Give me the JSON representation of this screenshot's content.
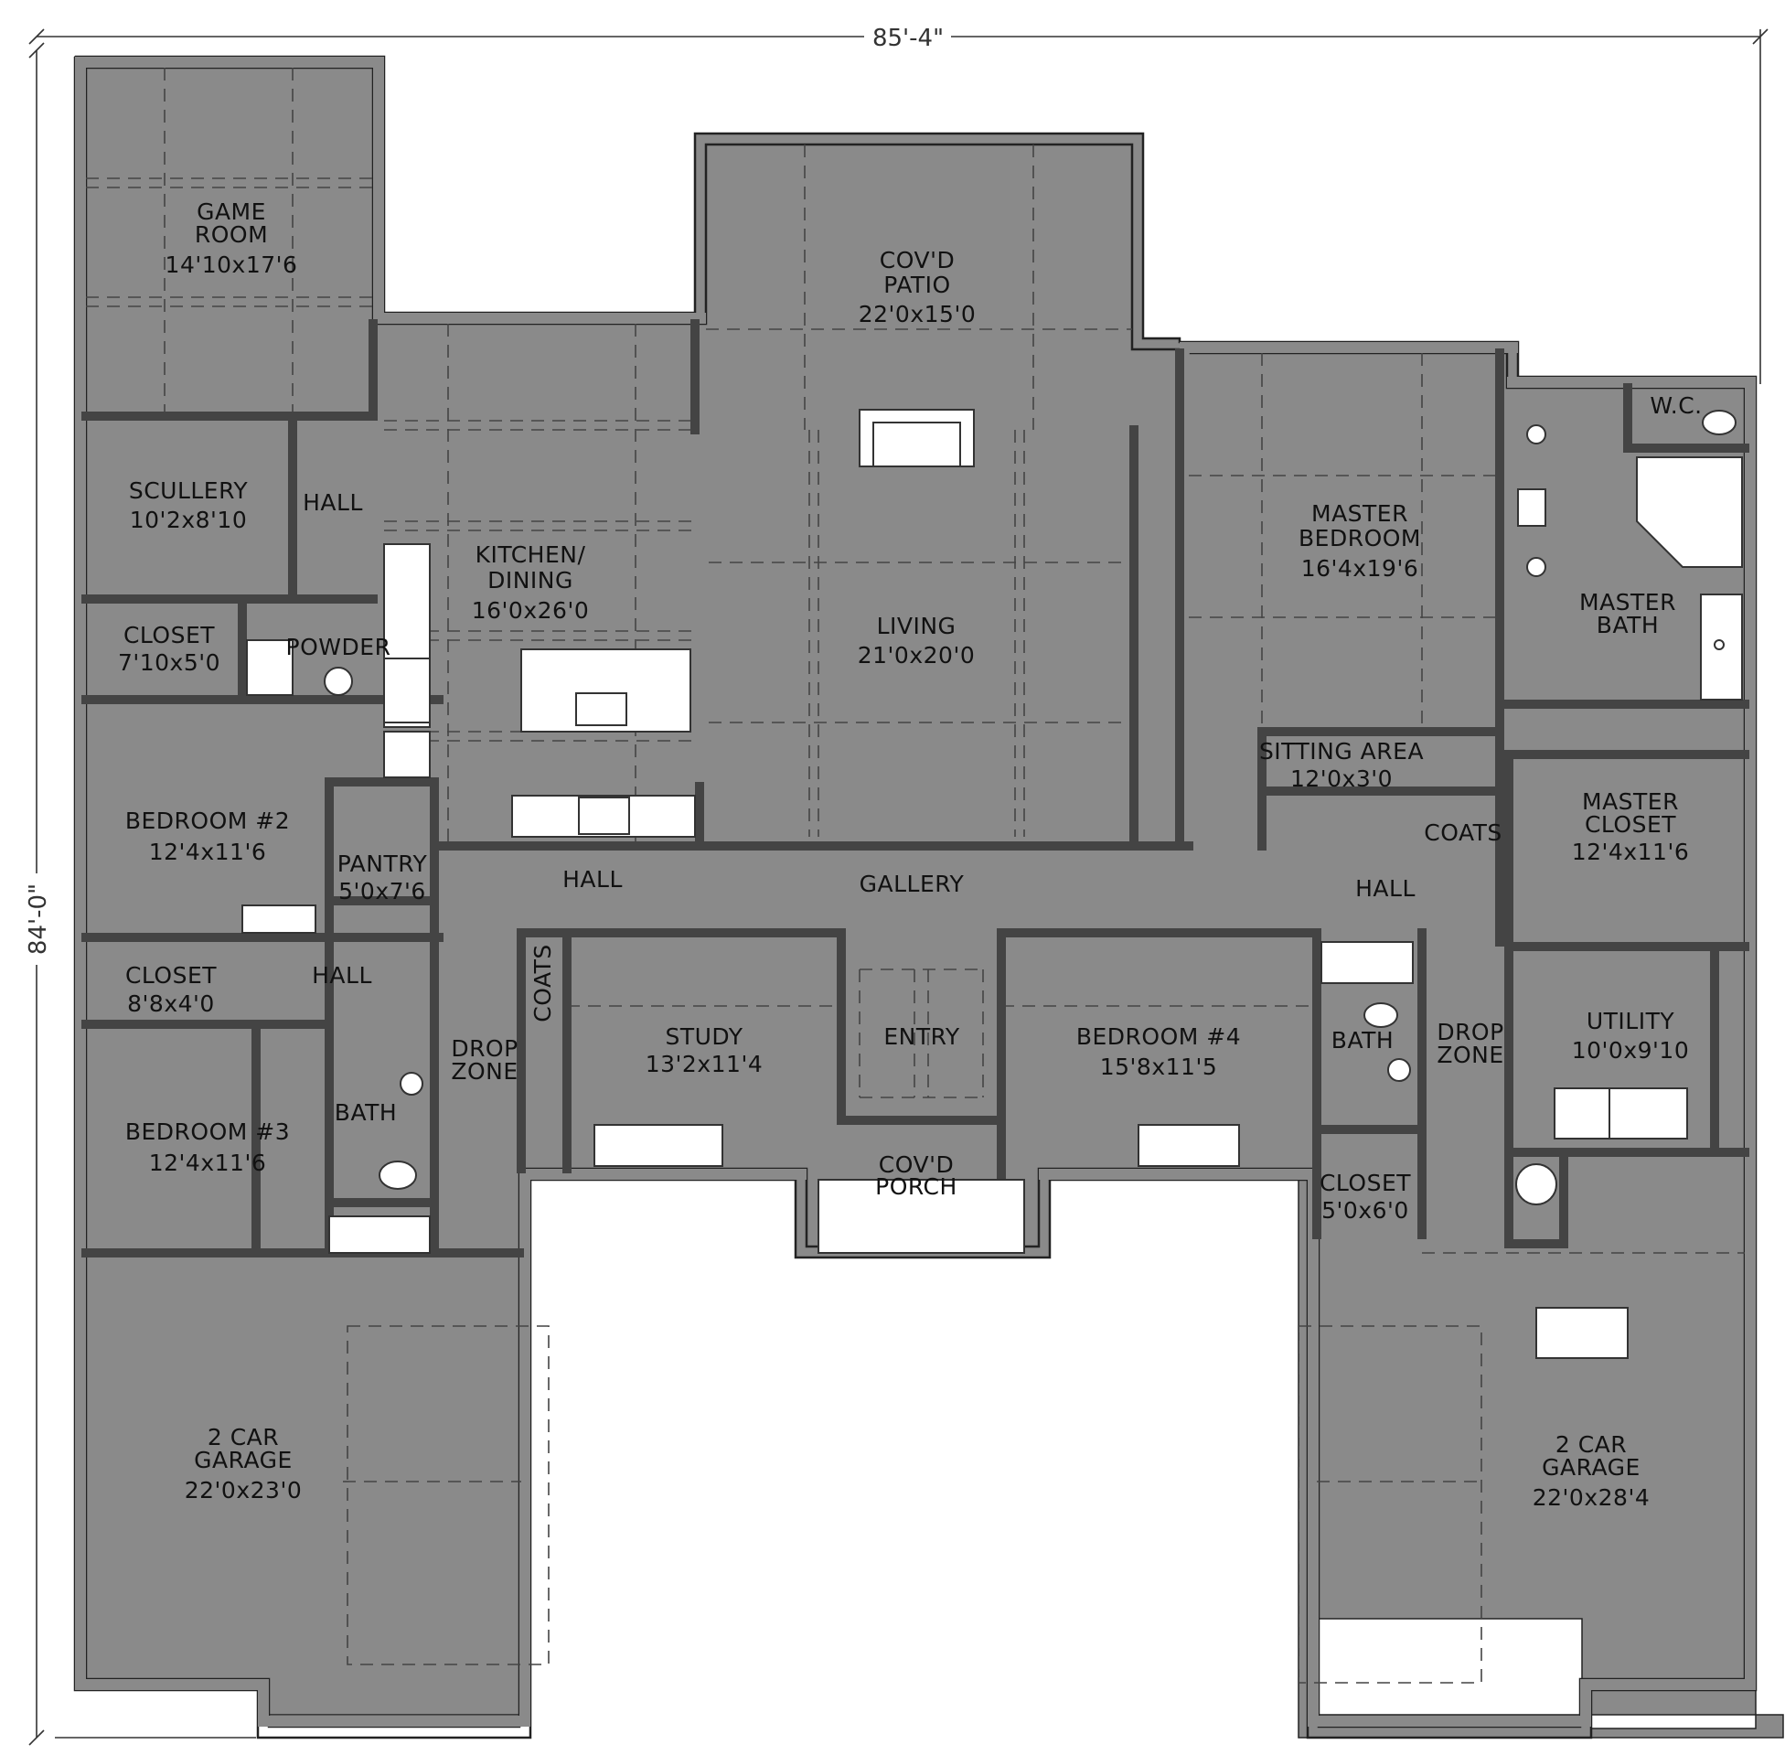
{
  "dimensions": {
    "width": "85'-4\"",
    "depth": "84'-0\""
  },
  "rooms": [
    {
      "id": "game-room",
      "lines": [
        "GAME",
        "ROOM",
        "14'10x17'6"
      ]
    },
    {
      "id": "cov-patio",
      "lines": [
        "COV'D",
        "PATIO",
        "22'0x15'0"
      ]
    },
    {
      "id": "sculllery",
      "lines": [
        "SCULLERY",
        "10'2x8'10"
      ]
    },
    {
      "id": "hall-1",
      "lines": [
        "HALL"
      ]
    },
    {
      "id": "kitchen-dining",
      "lines": [
        "KITCHEN/",
        "DINING",
        "16'0x26'0"
      ]
    },
    {
      "id": "living",
      "lines": [
        "LIVING",
        "21'0x20'0"
      ]
    },
    {
      "id": "master-bedroom",
      "lines": [
        "MASTER",
        "BEDROOM",
        "16'4x19'6"
      ]
    },
    {
      "id": "wc",
      "lines": [
        "W.C."
      ]
    },
    {
      "id": "master-bath",
      "lines": [
        "MASTER",
        "BATH"
      ]
    },
    {
      "id": "closet-1",
      "lines": [
        "CLOSET",
        "7'10x5'0"
      ]
    },
    {
      "id": "powder",
      "lines": [
        "POWDER"
      ]
    },
    {
      "id": "bedroom-2",
      "lines": [
        "BEDROOM #2",
        "12'4x11'6"
      ]
    },
    {
      "id": "pantry",
      "lines": [
        "PANTRY",
        "5'0x7'6"
      ]
    },
    {
      "id": "hall-2",
      "lines": [
        "HALL"
      ]
    },
    {
      "id": "gallery",
      "lines": [
        "GALLERY"
      ]
    },
    {
      "id": "sitting-area",
      "lines": [
        "SITTING AREA",
        "12'0x3'0"
      ]
    },
    {
      "id": "coats-1",
      "lines": [
        "COATS"
      ]
    },
    {
      "id": "hall-3",
      "lines": [
        "HALL"
      ]
    },
    {
      "id": "master-closet",
      "lines": [
        "MASTER",
        "CLOSET",
        "12'4x11'6"
      ]
    },
    {
      "id": "closet-2",
      "lines": [
        "CLOSET",
        "8'8x4'0"
      ]
    },
    {
      "id": "hall-4",
      "lines": [
        "HALL"
      ]
    },
    {
      "id": "coats-2",
      "lines": [
        "COATS"
      ]
    },
    {
      "id": "drop-zone-1",
      "lines": [
        "DROP",
        "ZONE"
      ]
    },
    {
      "id": "study",
      "lines": [
        "STUDY",
        "13'2x11'4"
      ]
    },
    {
      "id": "entry",
      "lines": [
        "ENTRY"
      ]
    },
    {
      "id": "bedroom-4",
      "lines": [
        "BEDROOM #4",
        "15'8x11'5"
      ]
    },
    {
      "id": "bath-2",
      "lines": [
        "BATH"
      ]
    },
    {
      "id": "drop-zone-2",
      "lines": [
        "DROP",
        "ZONE"
      ]
    },
    {
      "id": "utility",
      "lines": [
        "UTILITY",
        "10'0x9'10"
      ]
    },
    {
      "id": "bedroom-3",
      "lines": [
        "BEDROOM #3",
        "12'4x11'6"
      ]
    },
    {
      "id": "bath-1",
      "lines": [
        "BATH"
      ]
    },
    {
      "id": "cov-porch",
      "lines": [
        "COV'D",
        "PORCH"
      ]
    },
    {
      "id": "closet-3",
      "lines": [
        "CLOSET",
        "5'0x6'0"
      ]
    },
    {
      "id": "garage-left",
      "lines": [
        "2 CAR",
        "GARAGE",
        "22'0x23'0"
      ]
    },
    {
      "id": "garage-right",
      "lines": [
        "2 CAR",
        "GARAGE",
        "22'0x28'4"
      ]
    }
  ]
}
